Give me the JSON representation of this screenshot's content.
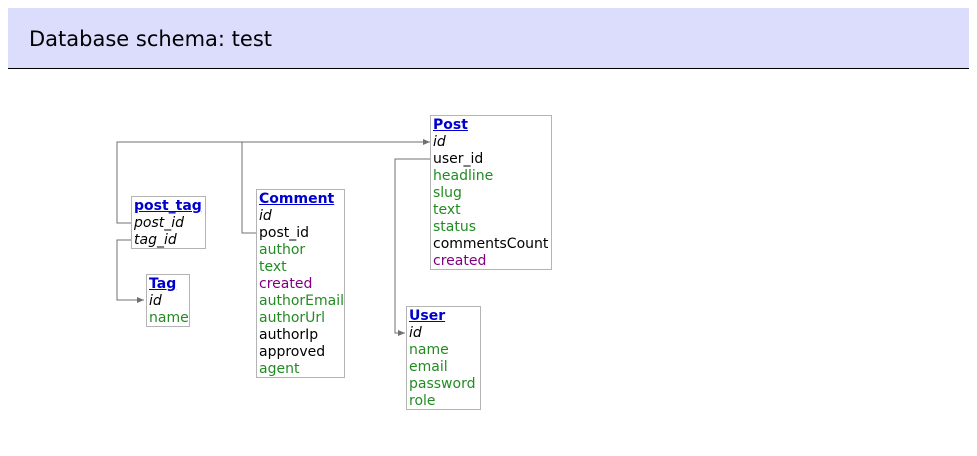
{
  "page": {
    "title": "Database schema: test"
  },
  "colors": {
    "header_bg": "#dcdcfc",
    "link": "#0000cc",
    "text_column": "#228b22",
    "date_column": "#800080",
    "plain_column": "#000000",
    "connector": "#707070",
    "box_border": "#b4b4b4"
  },
  "tables": {
    "post_tag": {
      "name": "post_tag",
      "columns": [
        {
          "name": "post_id",
          "kind": "pk"
        },
        {
          "name": "tag_id",
          "kind": "pk"
        }
      ]
    },
    "tag": {
      "name": "Tag",
      "columns": [
        {
          "name": "id",
          "kind": "pk"
        },
        {
          "name": "name",
          "kind": "text"
        }
      ]
    },
    "comment": {
      "name": "Comment",
      "columns": [
        {
          "name": "id",
          "kind": "pk"
        },
        {
          "name": "post_id",
          "kind": "fk"
        },
        {
          "name": "author",
          "kind": "text"
        },
        {
          "name": "text",
          "kind": "text"
        },
        {
          "name": "created",
          "kind": "date"
        },
        {
          "name": "authorEmail",
          "kind": "text"
        },
        {
          "name": "authorUrl",
          "kind": "text"
        },
        {
          "name": "authorIp",
          "kind": "other"
        },
        {
          "name": "approved",
          "kind": "other"
        },
        {
          "name": "agent",
          "kind": "text"
        }
      ]
    },
    "post": {
      "name": "Post",
      "columns": [
        {
          "name": "id",
          "kind": "pk"
        },
        {
          "name": "user_id",
          "kind": "fk"
        },
        {
          "name": "headline",
          "kind": "text"
        },
        {
          "name": "slug",
          "kind": "text"
        },
        {
          "name": "text",
          "kind": "text"
        },
        {
          "name": "status",
          "kind": "text"
        },
        {
          "name": "commentsCount",
          "kind": "other"
        },
        {
          "name": "created",
          "kind": "date"
        }
      ]
    },
    "user": {
      "name": "User",
      "columns": [
        {
          "name": "id",
          "kind": "pk"
        },
        {
          "name": "name",
          "kind": "text"
        },
        {
          "name": "email",
          "kind": "text"
        },
        {
          "name": "password",
          "kind": "text"
        },
        {
          "name": "role",
          "kind": "text"
        }
      ]
    }
  },
  "relations": [
    {
      "from": "post_tag.post_id",
      "to": "Post.id"
    },
    {
      "from": "post_tag.tag_id",
      "to": "Tag.id"
    },
    {
      "from": "Comment.post_id",
      "to": "Post.id"
    },
    {
      "from": "Post.user_id",
      "to": "User.id"
    }
  ]
}
